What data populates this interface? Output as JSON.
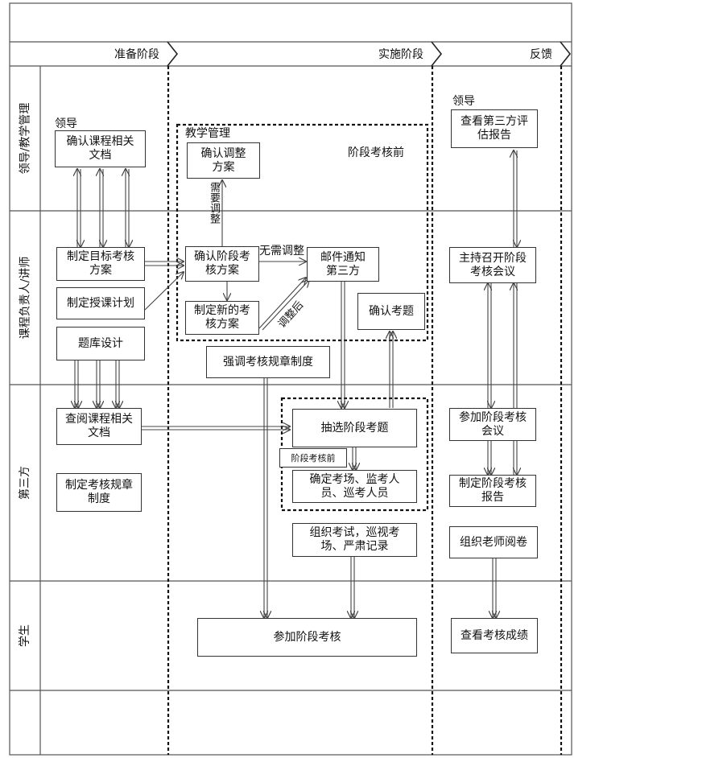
{
  "phases": {
    "prep": "准备阶段",
    "impl": "实施阶段",
    "feedback": "反馈"
  },
  "lanes": {
    "leaders": "领导/教学管理",
    "lecturers": "课程负责人/讲师",
    "third_party": "第三方",
    "students": "学生"
  },
  "labels": {
    "leader_tag": "领导",
    "teaching_mgmt": "教学管理",
    "pre_stage_exam": "阶段考核前",
    "leader_tag_feedback": "领导",
    "need_adjust": "需要调整",
    "no_adjust": "无需调整",
    "after_adjust": "调整后"
  },
  "nodes": {
    "confirm_course_docs": "确认课程相关\n文档",
    "make_target_plan": "制定目标考核\n方案",
    "make_teaching_plan": "制定授课计划",
    "question_bank": "题库设计",
    "review_course_docs": "查阅课程相关\n文档",
    "make_exam_rules": "制定考核规章\n制度",
    "confirm_adjust_plan": "确认调整\n方案",
    "confirm_stage_plan": "确认阶段考\n核方案",
    "make_new_plan": "制定新的考\n核方案",
    "email_third_party": "邮件通知\n第三方",
    "confirm_questions": "确认考题",
    "emphasize_rules": "强调考核规章制度",
    "draw_questions": "抽选阶段考题",
    "pre_stage_tag": "阶段考核前",
    "determine_venues": "确定考场、监考人\n员、巡考人员",
    "organize_exam": "组织考试，巡视考\n场、严肃记录",
    "take_stage_exam": "参加阶段考核",
    "view_third_party_report": "查看第三方评\n估报告",
    "host_meeting": "主持召开阶段\n考核会议",
    "attend_meeting": "参加阶段考核\n会议",
    "make_report": "制定阶段考核\n报告",
    "organize_grading": "组织老师阅卷",
    "view_scores": "查看考核成绩"
  }
}
